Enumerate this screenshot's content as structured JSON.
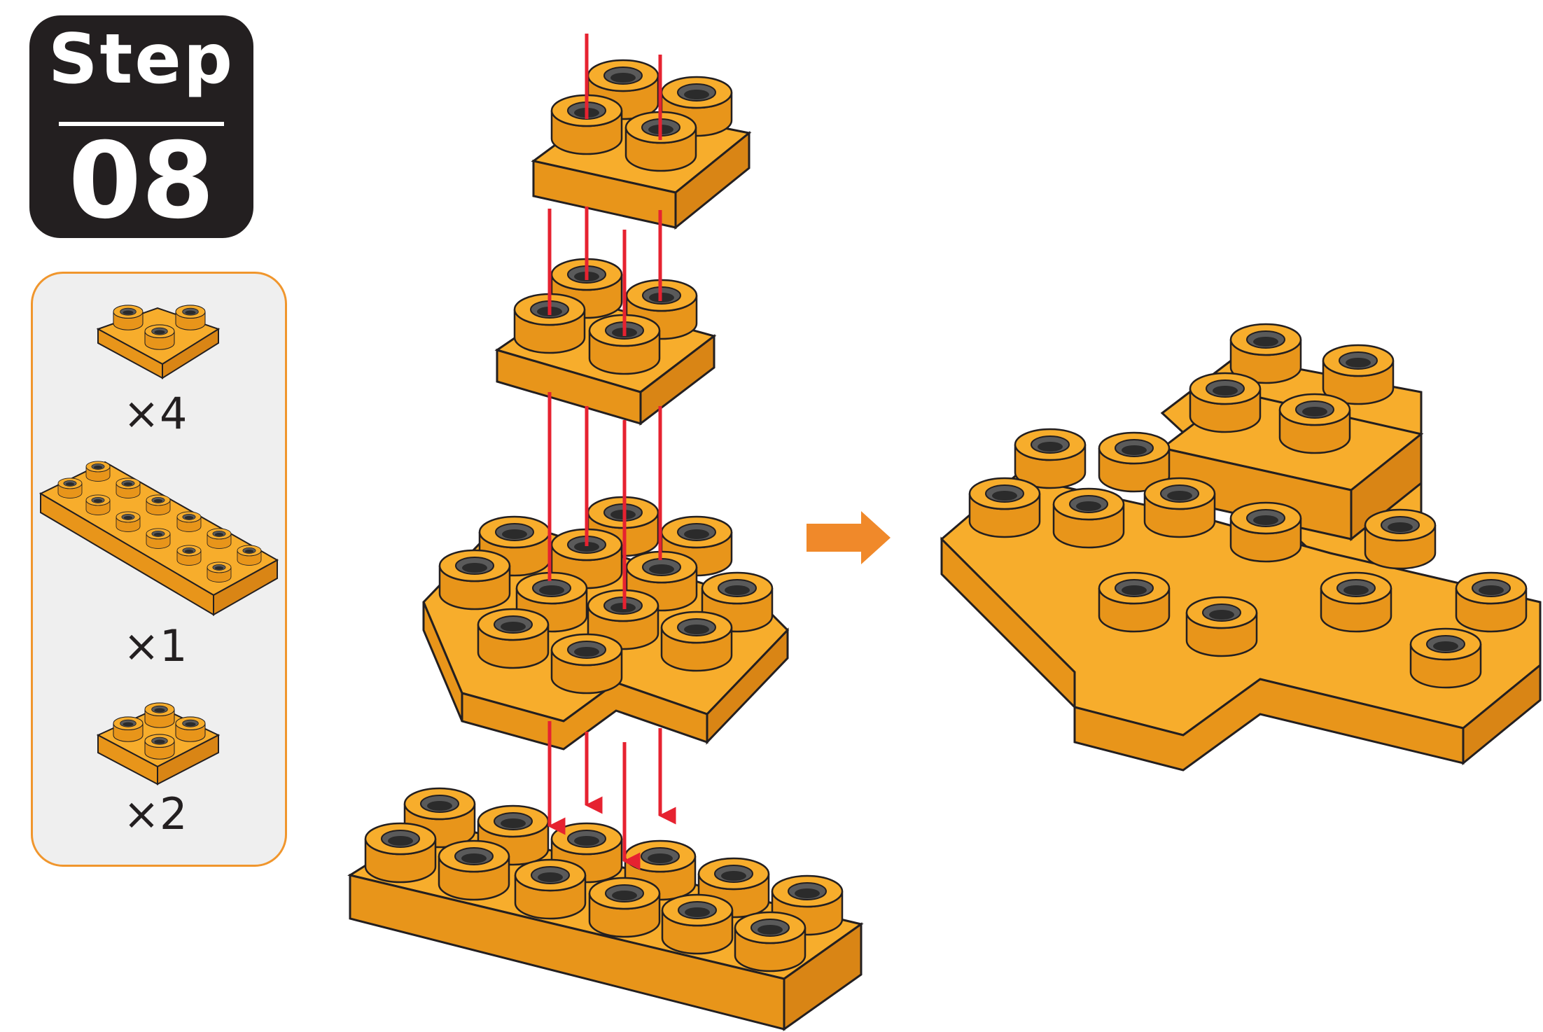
{
  "step": {
    "word": "Step",
    "number": "08"
  },
  "parts": [
    {
      "icon": "plate-corner-3-stud",
      "quantity": "×4"
    },
    {
      "icon": "plate-2x6",
      "quantity": "×1"
    },
    {
      "icon": "plate-2x2",
      "quantity": "×2"
    }
  ],
  "colors": {
    "brick_face": "#f7ad2c",
    "brick_side": "#e8951a",
    "brick_outline": "#231f20",
    "assembly_arrow": "#e62230",
    "result_arrow": "#f0892a",
    "panel_border": "#f0962d",
    "badge": "#231f20"
  }
}
